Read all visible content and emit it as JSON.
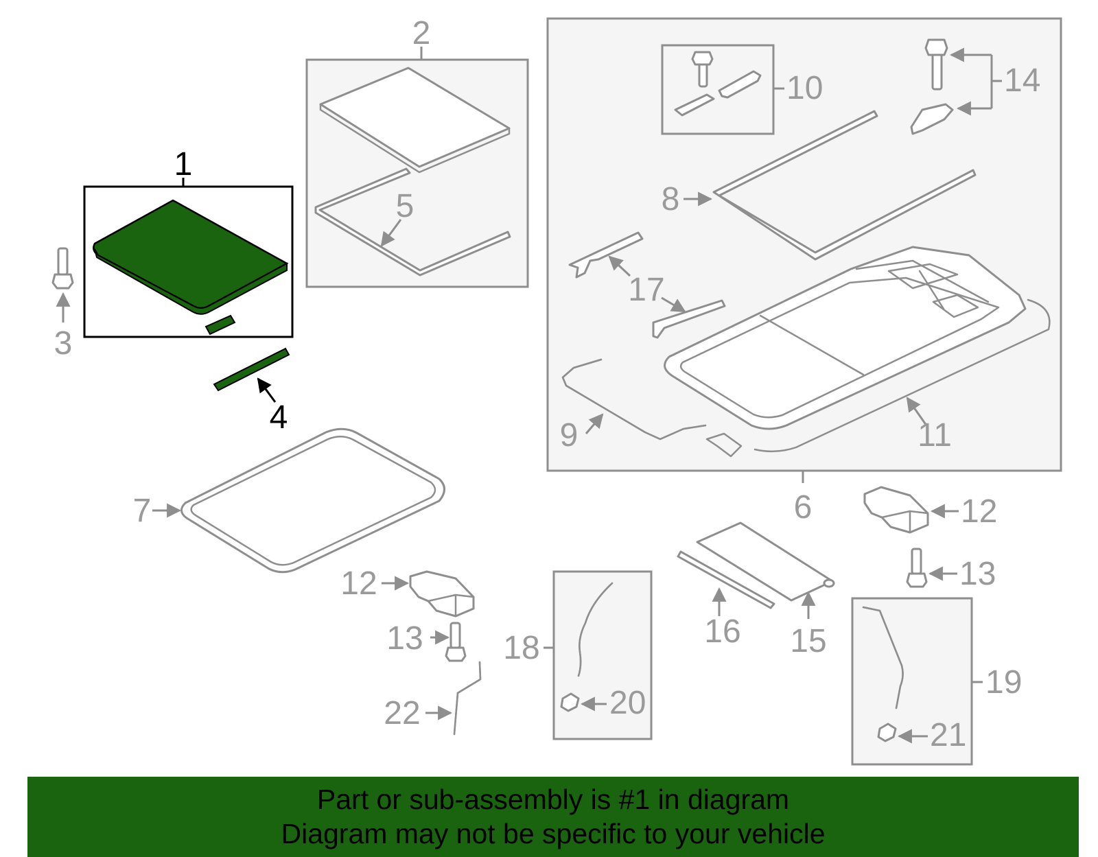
{
  "diagram": {
    "highlight_color": "#1a6410",
    "line_color": "#8e8e8e",
    "callouts": {
      "c1": "1",
      "c2": "2",
      "c3": "3",
      "c4": "4",
      "c5": "5",
      "c6": "6",
      "c7": "7",
      "c8": "8",
      "c9": "9",
      "c10": "10",
      "c11": "11",
      "c12a": "12",
      "c12b": "12",
      "c13a": "13",
      "c13b": "13",
      "c14": "14",
      "c15": "15",
      "c16": "16",
      "c17": "17",
      "c18": "18",
      "c19": "19",
      "c20": "20",
      "c21": "21",
      "c22": "22"
    },
    "highlighted_part": "1"
  },
  "banner": {
    "line1": "Part or sub-assembly is #1 in diagram",
    "line2": "Diagram may not be specific to your vehicle",
    "background": "#1a6410"
  }
}
